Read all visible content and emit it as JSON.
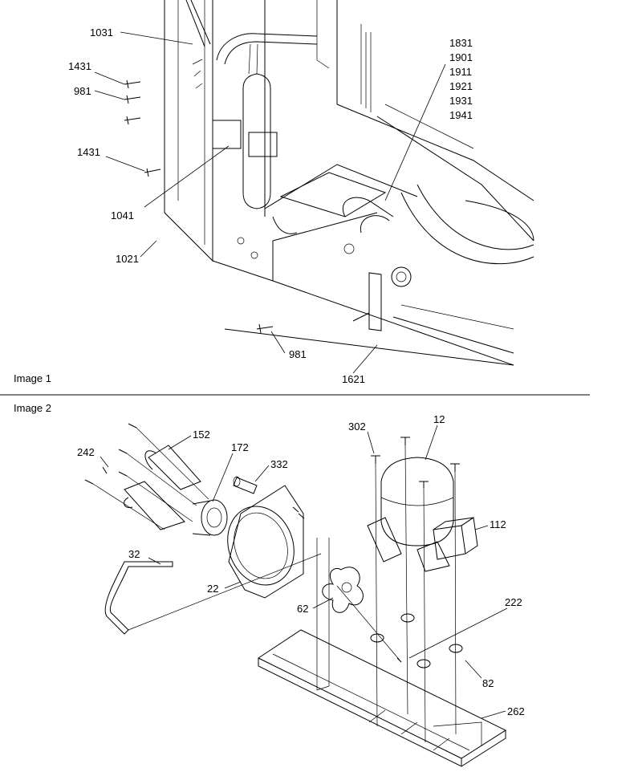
{
  "sections": [
    {
      "label": "Image 1"
    },
    {
      "label": "Image 2"
    }
  ],
  "image1_callouts": [
    "1031",
    "1431",
    "981",
    "1431",
    "1041",
    "1021",
    "981",
    "1621"
  ],
  "image1_multi_callout": [
    "1831",
    "1901",
    "1911",
    "1921",
    "1931",
    "1941"
  ],
  "image2_callouts": [
    "152",
    "172",
    "332",
    "242",
    "302",
    "12",
    "112",
    "32",
    "22",
    "62",
    "222",
    "82",
    "262"
  ],
  "colors": {
    "line": "#000000",
    "background": "#ffffff"
  }
}
